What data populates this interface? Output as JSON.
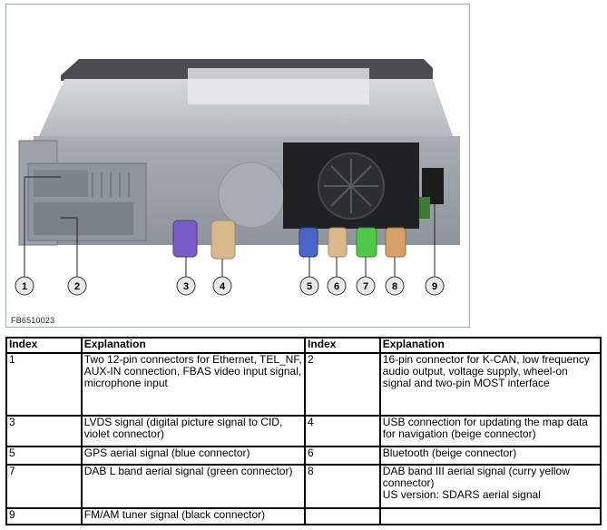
{
  "figure": {
    "figure_id": "FB6510023",
    "callouts": [
      "1",
      "2",
      "3",
      "4",
      "5",
      "6",
      "7",
      "8",
      "9"
    ]
  },
  "table": {
    "headers": [
      "Index",
      "Explanation",
      "Index",
      "Explanation"
    ],
    "rows": [
      {
        "left_index": "1",
        "left_text": "Two 12-pin connectors for Ethernet, TEL_NF, AUX-IN connection, FBAS video input signal, microphone input",
        "right_index": "2",
        "right_text": "16-pin connector for K-CAN, low frequency audio output, voltage supply, wheel-on signal and two-pin MOST interface"
      },
      {
        "left_index": "3",
        "left_text": "LVDS signal (digital picture signal to CID, violet connector)",
        "right_index": "4",
        "right_text": "USB connection for updating the map data for navigation (beige connector)"
      },
      {
        "left_index": "5",
        "left_text": "GPS aerial signal (blue connector)",
        "right_index": "6",
        "right_text": "Bluetooth (beige connector)"
      },
      {
        "left_index": "7",
        "left_text": "DAB L band aerial signal (green connector)",
        "right_index": "8",
        "right_text": "DAB band III aerial signal (curry yellow connector)",
        "right_text_2": "US version: SDARS aerial signal"
      },
      {
        "left_index": "9",
        "left_text": "FM/AM tuner signal (black connector)",
        "right_index": "",
        "right_text": ""
      }
    ]
  },
  "colors": {
    "violet_connector": "#7a5cc8",
    "beige_connector": "#d9b98c",
    "blue_connector": "#4a64c8",
    "green_connector": "#4fc84a",
    "black_connector": "#1c1c1c",
    "housing": "#b9bec4"
  }
}
